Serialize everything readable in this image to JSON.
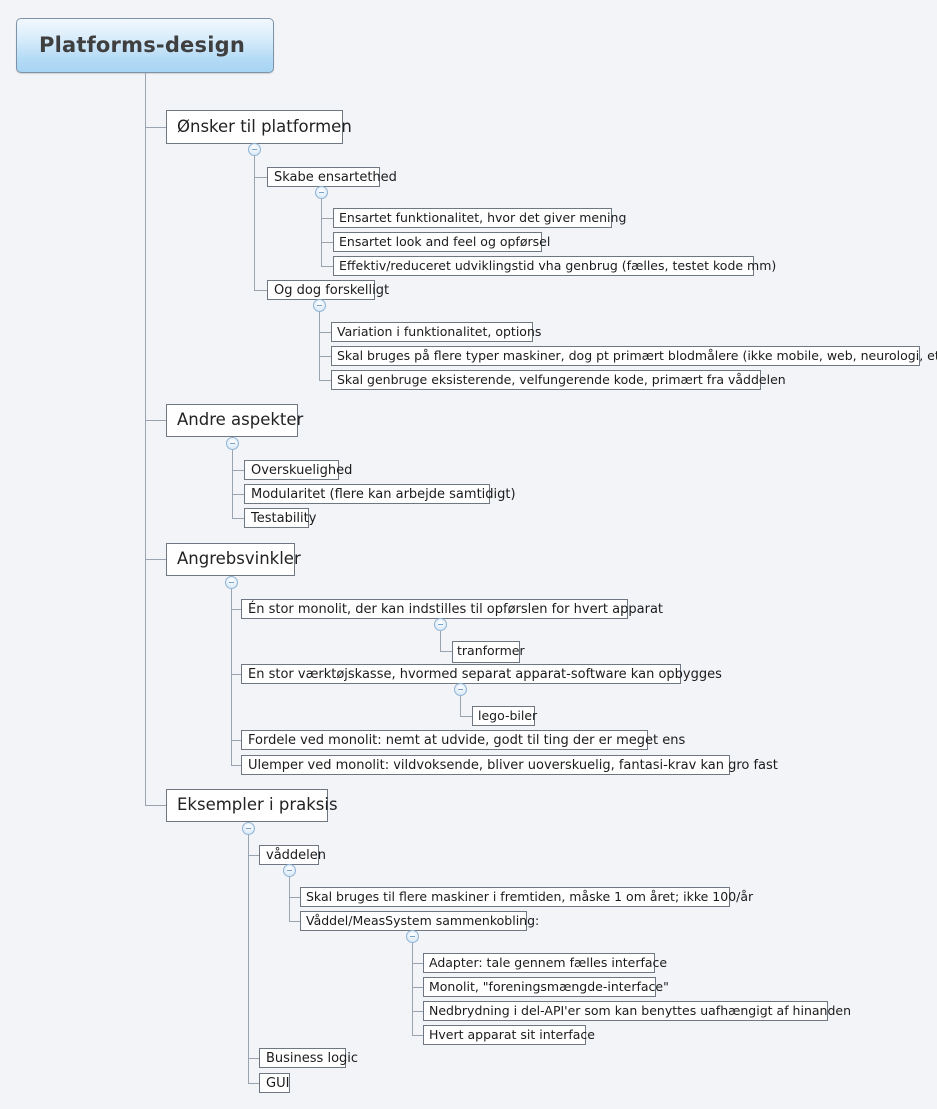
{
  "document": {
    "type": "mind-map",
    "title": "Platforms-design",
    "language": "da",
    "background_color": "#f2f4f7",
    "root_fill_gradient": [
      "#f2f8fd",
      "#a8d4f3"
    ],
    "node_border_color": "#6f7782",
    "connector_color": "#9aa4b0",
    "toggle_color": "#8fb4d6"
  },
  "root": {
    "label": "Platforms-design"
  },
  "branches": [
    {
      "label": "Ønsker til platformen",
      "children": [
        {
          "label": "Skabe ensartethed",
          "children": [
            {
              "label": "Ensartet funktionalitet, hvor det giver mening"
            },
            {
              "label": "Ensartet look and feel og opførsel"
            },
            {
              "label": "Effektiv/reduceret udviklingstid vha genbrug (fælles, testet kode mm)"
            }
          ]
        },
        {
          "label": "Og dog forskelligt",
          "children": [
            {
              "label": "Variation i funktionalitet, options"
            },
            {
              "label": "Skal bruges på flere typer maskiner, dog pt primært blodmålere (ikke mobile, web, neurologi, etc)"
            },
            {
              "label": "Skal genbruge eksisterende, velfungerende kode, primært fra våddelen"
            }
          ]
        }
      ]
    },
    {
      "label": "Andre aspekter",
      "children": [
        {
          "label": "Overskuelighed"
        },
        {
          "label": "Modularitet (flere kan arbejde samtidigt)"
        },
        {
          "label": "Testability"
        }
      ]
    },
    {
      "label": "Angrebsvinkler",
      "children": [
        {
          "label": "Én stor monolit, der kan indstilles til opførslen for hvert apparat",
          "children": [
            {
              "label": "tranformer"
            }
          ]
        },
        {
          "label": "En stor værktøjskasse, hvormed separat apparat-software kan opbygges",
          "children": [
            {
              "label": "lego-biler"
            }
          ]
        },
        {
          "label": "Fordele ved monolit: nemt at udvide, godt til ting der er meget ens"
        },
        {
          "label": "Ulemper ved monolit: vildvoksende, bliver uoverskuelig, fantasi-krav kan gro fast"
        }
      ]
    },
    {
      "label": "Eksempler i praksis",
      "children": [
        {
          "label": "våddelen",
          "children": [
            {
              "label": "Skal bruges til flere maskiner i fremtiden, måske 1 om året; ikke 100/år"
            },
            {
              "label": "Våddel/MeasSystem sammenkobling:",
              "children": [
                {
                  "label": "Adapter: tale gennem fælles interface"
                },
                {
                  "label": "Monolit, \"foreningsmængde-interface\""
                },
                {
                  "label": "Nedbrydning i del-API'er som kan benyttes uafhængigt af hinanden"
                },
                {
                  "label": "Hvert apparat sit interface"
                }
              ]
            }
          ]
        },
        {
          "label": "Business logic"
        },
        {
          "label": "GUI"
        }
      ]
    }
  ],
  "toggles": {
    "collapse_glyph": "−",
    "state": "expanded"
  }
}
